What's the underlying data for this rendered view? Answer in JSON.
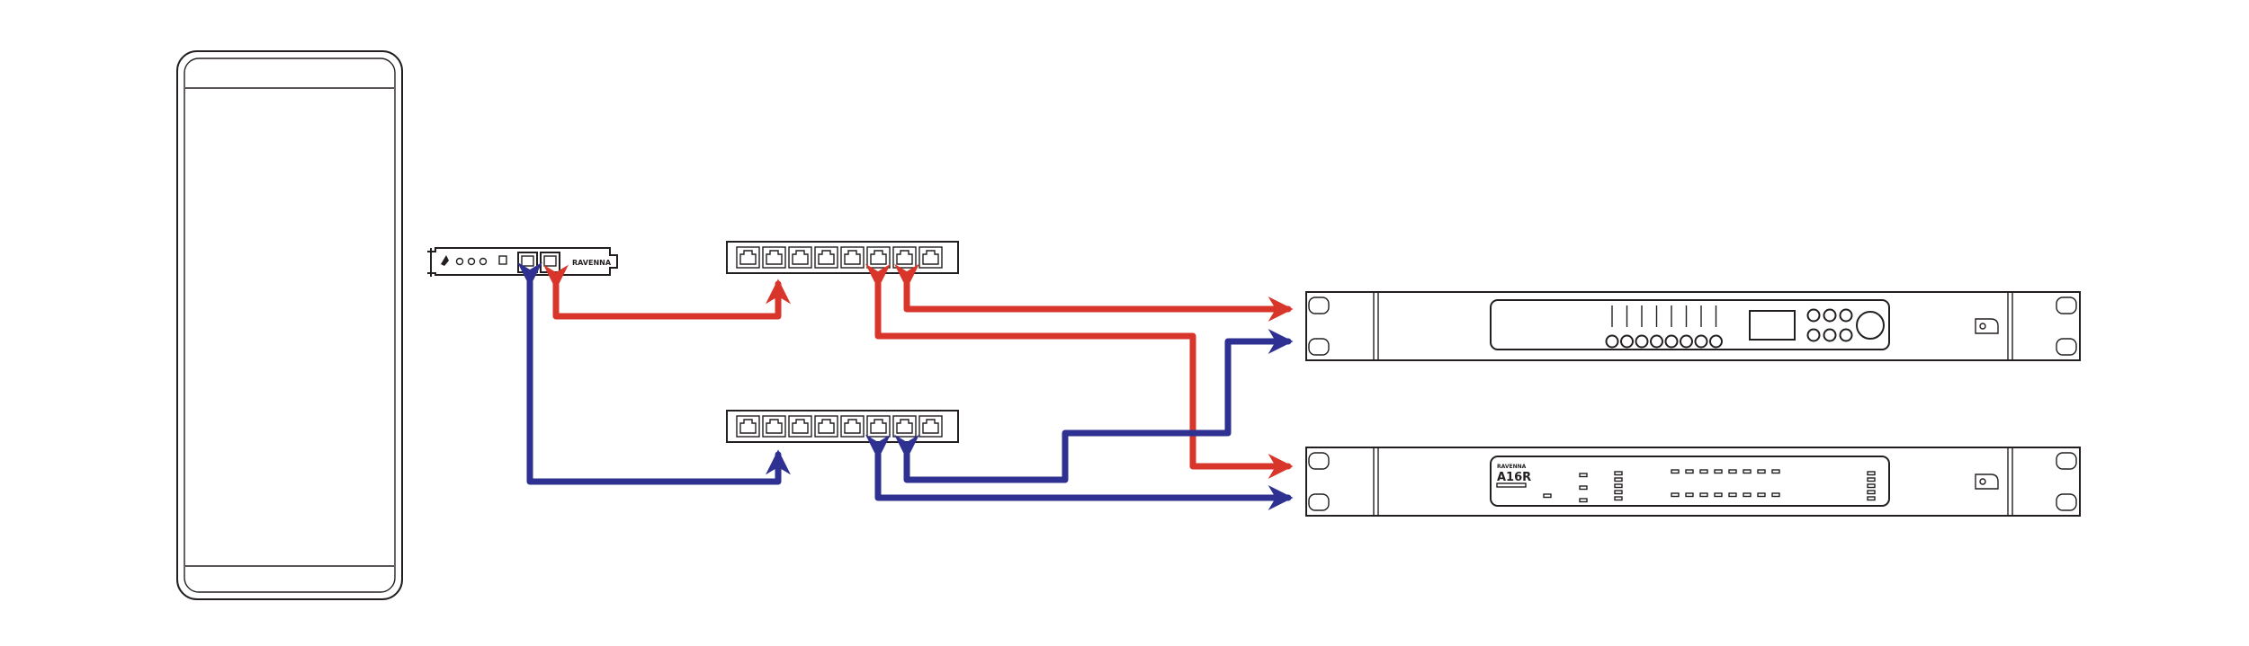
{
  "network_card": {
    "brand_label": "RAVENNA"
  },
  "amplifier": {
    "model_label": "A16R",
    "brand_label": "RAVENNA"
  },
  "colors": {
    "primary_network": "#d9362b",
    "secondary_network": "#2e3192",
    "outline": "#231f20"
  },
  "icons": {
    "switch_port": "rj45-port-icon",
    "rack_mount": "rack-ear-icon"
  }
}
